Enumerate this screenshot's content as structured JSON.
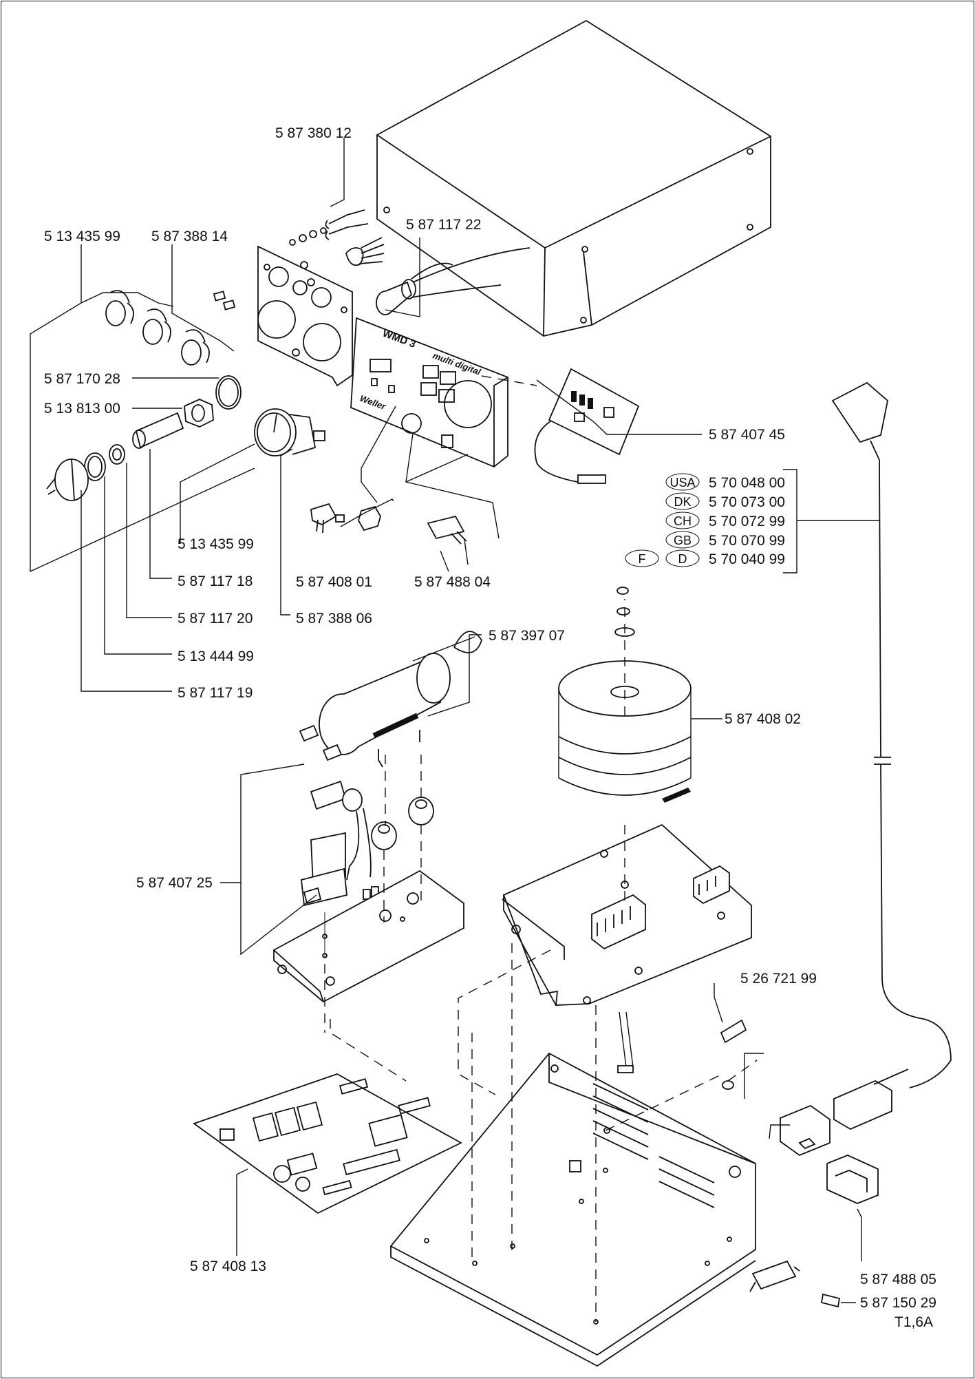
{
  "panel": {
    "model": "WMD 3",
    "subtitle": "multi digital",
    "brand": "Weller"
  },
  "labels": {
    "p1": "5 87 380 12",
    "p2": "5 13 435 99",
    "p3": "5 87 388 14",
    "p4": "5 87 117 22",
    "p5": "5 87 170 28",
    "p6": "5 13 813 00",
    "p7": "5 87 407 45",
    "p8": "5 13 435 99",
    "p9": "5 87 117 18",
    "p10": "5 87 408 01",
    "p11": "5 87 488 04",
    "p12": "5 87 117 20",
    "p13": "5 87 388 06",
    "p14": "5 13 444 99",
    "p15": "5 87 397 07",
    "p16": "5 87 117 19",
    "p17": "5 87 408 02",
    "p18": "5 87 407 25",
    "p19": "5 26 721 99",
    "p20": "5 87 408 13",
    "p21": "5 87 488 05",
    "p22": "5 87 150 29",
    "p23": "T1,6A"
  },
  "cords": [
    {
      "codes": [
        "USA"
      ],
      "number": "5 70 048 00"
    },
    {
      "codes": [
        "DK"
      ],
      "number": "5 70 073 00"
    },
    {
      "codes": [
        "CH"
      ],
      "number": "5 70 072 99"
    },
    {
      "codes": [
        "GB"
      ],
      "number": "5 70 070 99"
    },
    {
      "codes": [
        "F",
        "D"
      ],
      "number": "5 70 040 99"
    }
  ]
}
